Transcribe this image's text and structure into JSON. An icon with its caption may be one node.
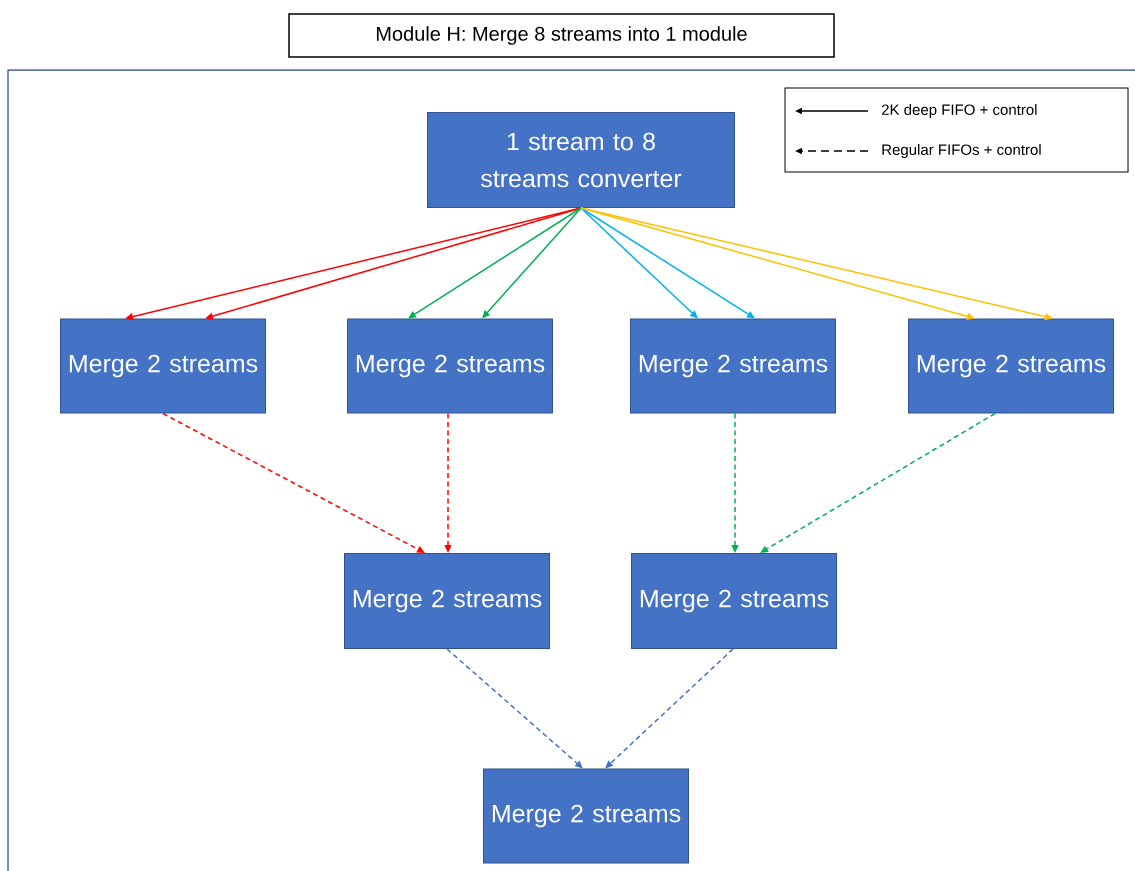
{
  "diagram": {
    "title": "Module H: Merge 8 streams into 1 module",
    "nodes": [
      {
        "text": [
          "1 stream to 8 streams converter"
        ]
      },
      {
        "text": [
          "Merge 2 streams"
        ]
      },
      {
        "text": [
          "Merge 2 streams"
        ]
      },
      {
        "text": [
          "Merge 2 streams"
        ]
      },
      {
        "text": [
          "Merge 2 streams"
        ]
      },
      {
        "text": [
          "Merge 2 streams"
        ]
      },
      {
        "text": [
          "Merge 2 streams"
        ]
      },
      {
        "text": [
          "Merge 2 streams"
        ]
      }
    ],
    "edges": [
      {
        "from": 0,
        "to": 1,
        "arrow": "to",
        "color": "#ff0000"
      },
      {
        "from": 0,
        "to": 1,
        "arrow": "to",
        "color": "#ff0000"
      },
      {
        "from": 0,
        "to": 2,
        "arrow": "to",
        "color": "#00b050"
      },
      {
        "from": 0,
        "to": 2,
        "arrow": "to",
        "color": "#00b050"
      },
      {
        "from": 0,
        "to": 3,
        "arrow": "to",
        "color": "#00b0f0"
      },
      {
        "from": 0,
        "to": 3,
        "arrow": "to",
        "color": "#00b0f0"
      },
      {
        "from": 0,
        "to": 4,
        "arrow": "to",
        "color": "#ffc000"
      },
      {
        "from": 0,
        "to": 4,
        "arrow": "to",
        "color": "#ffc000"
      },
      {
        "from": 1,
        "to": 5,
        "arrow": "to",
        "style": "dashed",
        "color": "#ff0000"
      },
      {
        "from": 2,
        "to": 5,
        "arrow": "to",
        "style": "dashed",
        "color": "#ff0000"
      },
      {
        "from": 3,
        "to": 6,
        "arrow": "to",
        "style": "dashed",
        "color": "#00b050"
      },
      {
        "from": 4,
        "to": 6,
        "arrow": "to",
        "style": "dashed",
        "color": "#00b050"
      },
      {
        "from": 5,
        "to": 7,
        "arrow": "to",
        "style": "dashed",
        "color": "#4472c4"
      },
      {
        "from": 6,
        "to": 7,
        "arrow": "to",
        "style": "dashed",
        "color": "#4472c4"
      }
    ],
    "legend": [
      {
        "text": "2K deep FIFO + control"
      },
      {
        "text": "Regular FIFOs + control"
      }
    ]
  }
}
